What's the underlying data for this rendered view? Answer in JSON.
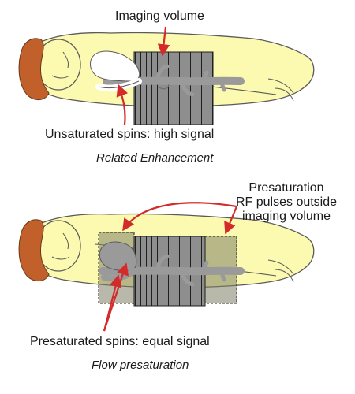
{
  "panels": [
    {
      "imaging_label": "Imaging volume",
      "spins_label": "Unsaturated spins: high signal",
      "caption": "Related Enhancement"
    },
    {
      "presat_lines": [
        "Presaturation",
        "RF pulses outside",
        "imaging volume"
      ],
      "spins_label": "Presaturated spins: equal signal",
      "caption": "Flow presaturation"
    }
  ],
  "colors": {
    "body_fill": "#fbfab0",
    "outline": "#5a5a5a",
    "hair": "#c1602a",
    "vessel": "#9a9a9a",
    "unsaturated_vessel": "#ffffff",
    "imaging_volume": "#8e8e8e",
    "presat_band": "#7f7f66",
    "arrow": "#d42a2a"
  }
}
